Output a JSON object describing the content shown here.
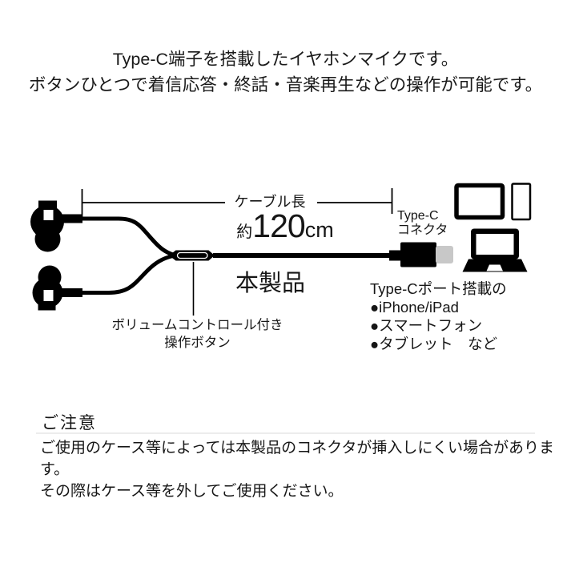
{
  "header": {
    "line1": "Type-C端子を搭載したイヤホンマイクです。",
    "line2": "ボタンひとつで着信応答・終話・音楽再生などの操作が可能です。"
  },
  "diagram": {
    "cable_length_label": "ケーブル長",
    "cable_length_approx": "約",
    "cable_length_value": "120",
    "cable_length_unit": "cm",
    "connector_label_line1": "Type-C",
    "connector_label_line2": "コネクタ",
    "product_label": "本製品",
    "remote_label_line1": "ボリュームコントロール付き",
    "remote_label_line2": "操作ボタン",
    "devices_heading": "Type-Cポート搭載の",
    "devices": [
      "●iPhone/iPad",
      "●スマートフォン",
      "●タブレット　など"
    ]
  },
  "notice": {
    "title": "ご注意",
    "line1": "ご使用のケース等によっては本製品のコネクタが挿入しにくい場合があります。",
    "line2": "その際はケース等を外してご使用ください。"
  },
  "colors": {
    "ink": "#000000",
    "connector_tip": "#c8c8c8",
    "divider": "#ececec"
  }
}
